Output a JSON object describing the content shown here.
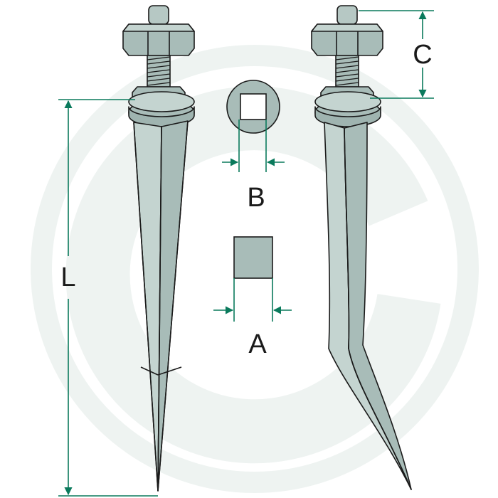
{
  "labels": {
    "length": "L",
    "hole_width": "B",
    "section_width": "A",
    "thread_length": "C"
  },
  "colors": {
    "dimension": "#0a7a5c",
    "steel": "#a8bcb8",
    "steel_light": "#c4d4d0",
    "steel_dark": "#8fa6a1",
    "outline": "#1a1a1a",
    "watermark": "#eef3f1"
  }
}
